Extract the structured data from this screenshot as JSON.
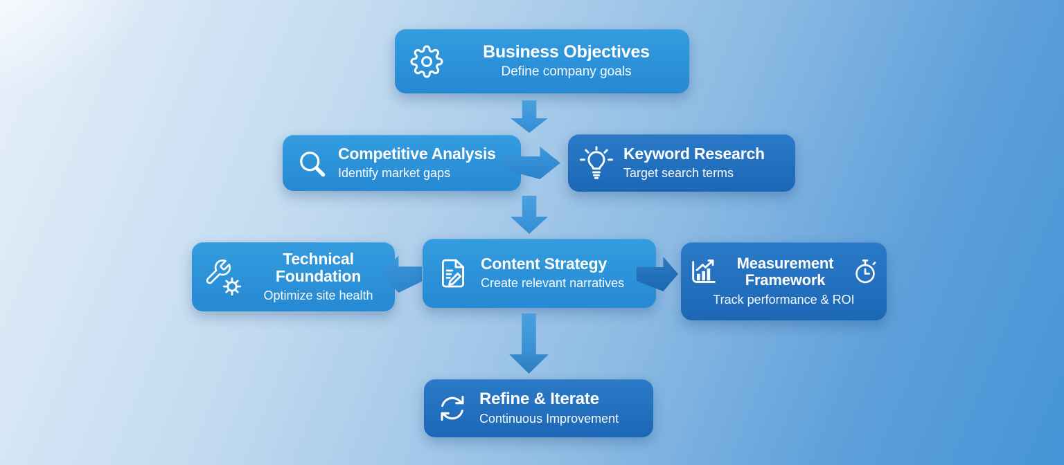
{
  "colors": {
    "background_light": "#e7f0fa",
    "background_dark": "#4594d6",
    "box_blue": "#2b90d9",
    "box_dark_blue": "#1f6fbe",
    "arrow_blue": "#3d97db",
    "arrow_dark_blue": "#2272bb",
    "text": "#ffffff"
  },
  "nodes": {
    "business_objectives": {
      "title": "Business Objectives",
      "subtitle": "Define company goals",
      "icon": "gear-icon"
    },
    "competitive_analysis": {
      "title": "Competitive Analysis",
      "subtitle": "Identify market gaps",
      "icon": "search-icon"
    },
    "keyword_research": {
      "title": "Keyword Research",
      "subtitle": "Target search terms",
      "icon": "lightbulb-icon"
    },
    "technical_foundation": {
      "title": "Technical Foundation",
      "subtitle": "Optimize site health",
      "icon": "wrench-gear-icon"
    },
    "content_strategy": {
      "title": "Content Strategy",
      "subtitle": "Create relevant narratives",
      "icon": "document-pencil-icon"
    },
    "measurement_framework": {
      "title": "Measurement Framework",
      "subtitle": "Track performance & ROI",
      "icons": [
        "bar-chart-icon",
        "stopwatch-icon"
      ]
    },
    "refine_iterate": {
      "title": "Refine & Iterate",
      "subtitle": "Continuous Improvement",
      "icon": "refresh-icon"
    }
  },
  "arrows": [
    {
      "name": "business-objectives-to-row2",
      "direction": "down"
    },
    {
      "name": "competitive-analysis-to-keyword-research",
      "direction": "right"
    },
    {
      "name": "row2-to-content-strategy",
      "direction": "down"
    },
    {
      "name": "content-strategy-to-technical-foundation",
      "direction": "left"
    },
    {
      "name": "content-strategy-to-measurement-framework",
      "direction": "right"
    },
    {
      "name": "content-strategy-to-refine-iterate",
      "direction": "down"
    }
  ]
}
